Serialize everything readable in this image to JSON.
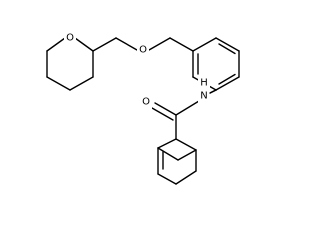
{
  "molecule": {
    "atoms": {
      "ring_oxygen": "O",
      "ether_oxygen": "O",
      "carbonyl_oxygen": "O",
      "amide_nitrogen": "N",
      "amide_hydrogen": "H"
    }
  }
}
